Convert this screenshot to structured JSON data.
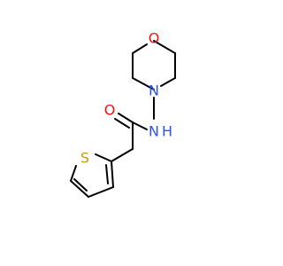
{
  "atoms": {
    "morpholine_oxygen": "O",
    "morpholine_nitrogen": "N",
    "amide_nitrogen": "N",
    "amide_hydrogen": "H",
    "carbonyl_oxygen": "O",
    "thiophene_sulfur": "S"
  },
  "colors": {
    "bond": "#000000",
    "oxygen": "#ff0d0d",
    "nitrogen": "#3050f8",
    "sulfur": "#c8a000",
    "background": "#ffffff"
  }
}
